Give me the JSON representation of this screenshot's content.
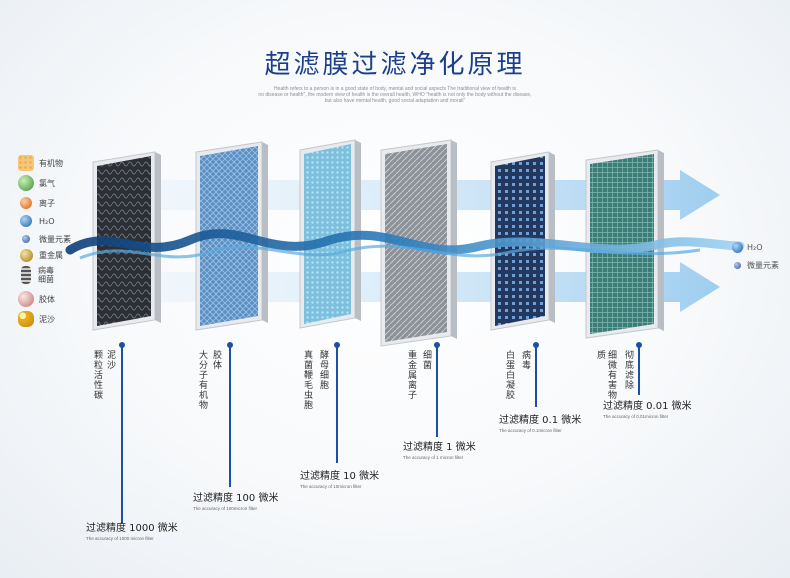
{
  "title": "超滤膜过滤净化原理",
  "subtitle_lines": [
    "Health refers to a person is in a good state of body, mental and social aspects The traditional view of health is",
    "no disease or health\", the modern view of health is the overall health, WHO \"health is not only the body without the disease,",
    "but also have mental health, good social adaptation and morali\""
  ],
  "legend": [
    {
      "icon": "organic-matter-icon",
      "label": "有机物",
      "color": "#f0a33b"
    },
    {
      "icon": "chlorine-icon",
      "label": "氯气",
      "color": "#5aa84a"
    },
    {
      "icon": "ion-icon",
      "label": "离子",
      "color": "#e07a2a"
    },
    {
      "icon": "water-molecule-icon",
      "label": "H₂O",
      "color": "#2a6fb0"
    },
    {
      "icon": "trace-element-icon",
      "label": "微量元素",
      "color": "#3a5fa8"
    },
    {
      "icon": "heavy-metal-icon",
      "label": "重金属",
      "color": "#c8a030"
    },
    {
      "icon": "virus-bacteria-icon",
      "label": "病毒\n细菌",
      "color": "#666666"
    },
    {
      "icon": "colloid-icon",
      "label": "胶体",
      "color": "#d9a0a0"
    },
    {
      "icon": "sediment-icon",
      "label": "泥沙",
      "color": "#e8b020"
    }
  ],
  "right_legend": [
    {
      "icon": "water-molecule-icon",
      "label": "H₂O"
    },
    {
      "icon": "trace-element-icon",
      "label": "微量元素"
    }
  ],
  "stages": [
    {
      "removes": [
        "泥沙",
        "颗粒活性碳"
      ],
      "accuracy": "过滤精度 1000 微米",
      "accuracy_en": "The accuracy of 1000 micron filter",
      "panel_color": "#2c2f35"
    },
    {
      "removes": [
        "胶体",
        "大分子有机物"
      ],
      "accuracy": "过滤精度 100 微米",
      "accuracy_en": "The accuracy of 100micron filter",
      "panel_color": "#5b8fc4"
    },
    {
      "removes": [
        "酵母细胞",
        "真菌鞭毛虫胞"
      ],
      "accuracy": "过滤精度 10 微米",
      "accuracy_en": "The accuracy of 10micron filter",
      "panel_color": "#7cc0dd"
    },
    {
      "removes": [
        "细菌",
        "重金属离子"
      ],
      "accuracy": "过滤精度 1 微米",
      "accuracy_en": "The accuracy of 1 micron filter",
      "panel_color": "#8d9198"
    },
    {
      "removes": [
        "病毒",
        "白蛋白凝胶"
      ],
      "accuracy": "过滤精度 0.1 微米",
      "accuracy_en": "The accuracy of 0.1micron filter",
      "panel_color": "#23385e"
    },
    {
      "removes": [
        "彻底滤除",
        "细微有害物质"
      ],
      "accuracy": "过滤精度 0.01 微米",
      "accuracy_en": "The accuracy of 0.01micron filter",
      "panel_color": "#3d7d78"
    }
  ]
}
